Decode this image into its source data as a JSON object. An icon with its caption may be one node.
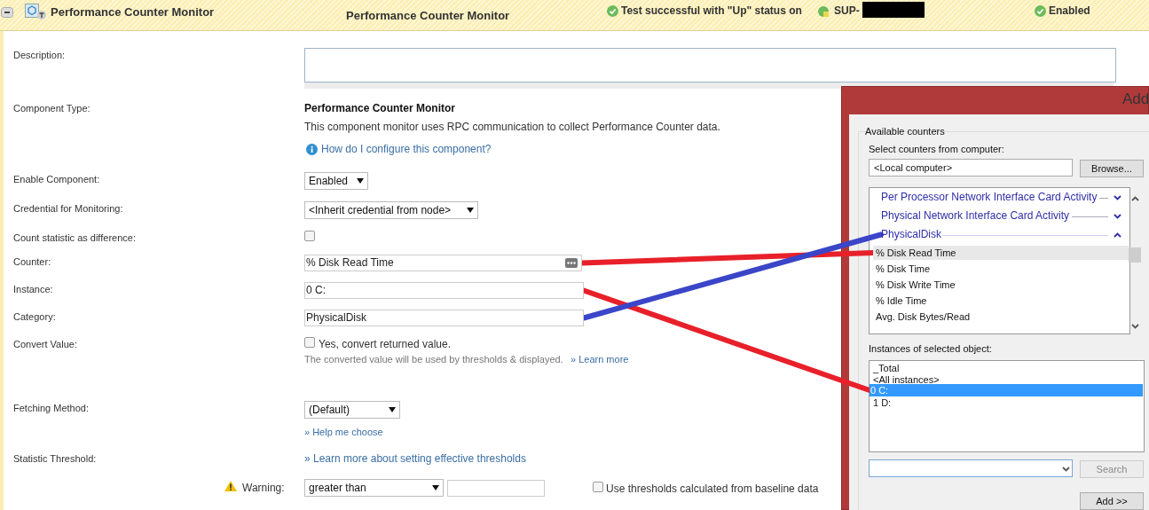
{
  "diagram": {
    "nodes": [
      {
        "text": [
          "% Disk Read Time"
        ]
      },
      {
        "text": [
          "0 C:"
        ]
      },
      {
        "text": [
          "PhysicalDisk"
        ]
      },
      {
        "text": [
          "PhysicalDisk"
        ]
      },
      {
        "text": [
          "% Disk Read Time"
        ]
      },
      {
        "text": [
          "0 C:"
        ]
      }
    ],
    "edges": [
      {
        "from": 0,
        "to": 4,
        "arrow": "none"
      },
      {
        "from": 1,
        "to": 5,
        "arrow": "none"
      },
      {
        "from": 2,
        "to": 3,
        "arrow": "none",
        "color": "#3a45c8"
      }
    ],
    "labels": [
      "Performance Counter Monitor",
      "Performance Counter Monitor",
      "Test successful with \"Up\" status on",
      "SUP-",
      "Enabled",
      "Description:",
      "Component Type:",
      "Performance Counter Monitor",
      "This component monitor uses RPC communication to collect Performance Counter data.",
      "How do I configure this component?",
      "Enable Component:",
      "Enabled",
      "Credential for Monitoring:",
      "<Inherit credential from node>",
      "Count statistic as difference:",
      "Counter:",
      "Instance:",
      "Category:",
      "Convert Value:",
      "Yes, convert returned value.",
      "The converted value will be used by thresholds & displayed.",
      "» Learn more",
      "Fetching Method:",
      "(Default)",
      "» Help me choose",
      "Statistic Threshold:",
      "» Learn more about setting effective thresholds",
      "Warning:",
      "greater than",
      "Use thresholds calculated from baseline data",
      "Add",
      "Available counters",
      "Select counters from computer:",
      "<Local computer>",
      "Browse...",
      "Per Processor Network Interface Card Activity",
      "Physical Network Interface Card Activity",
      "% Disk Time",
      "% Disk Write Time",
      "% Idle Time",
      "Avg. Disk Bytes/Read",
      "Instances of selected object:",
      "_Total",
      "<All instances>",
      "1 D:",
      "Search",
      "Add >>"
    ]
  }
}
